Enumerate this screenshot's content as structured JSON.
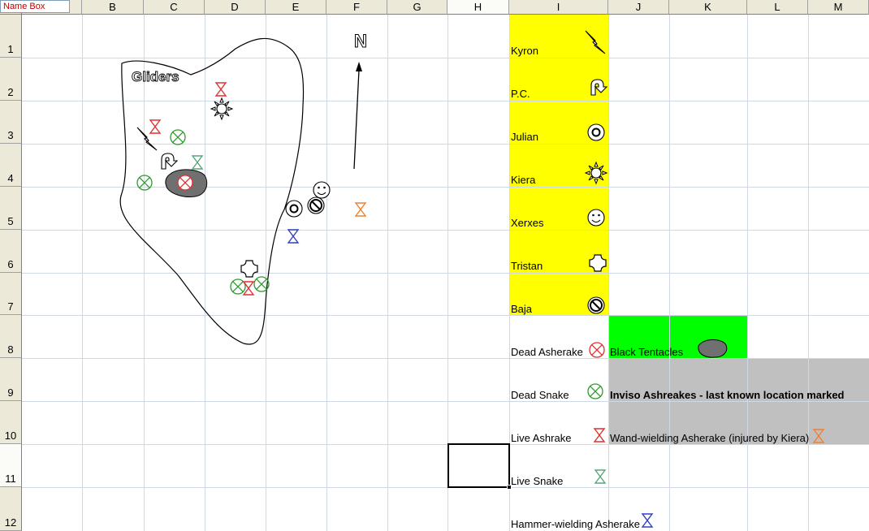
{
  "namebox": {
    "label": "Name Box"
  },
  "columns": [
    "B",
    "C",
    "D",
    "E",
    "F",
    "G",
    "H",
    "I",
    "J",
    "K",
    "L",
    "M"
  ],
  "rows": [
    "1",
    "2",
    "3",
    "4",
    "5",
    "6",
    "7",
    "8",
    "9",
    "10",
    "11",
    "12"
  ],
  "selected_cell": {
    "column": "H",
    "row": "11"
  },
  "map": {
    "area_label": "Gliders",
    "north_label": "N"
  },
  "legend": {
    "party": [
      {
        "name": "Kyron",
        "icon": "lightning-icon"
      },
      {
        "name": "P.C.",
        "icon": "turn-arrow-icon"
      },
      {
        "name": "Julian",
        "icon": "target-circle-icon"
      },
      {
        "name": "Kiera",
        "icon": "sun-icon"
      },
      {
        "name": "Xerxes",
        "icon": "smiley-icon"
      },
      {
        "name": "Tristan",
        "icon": "cross-icon"
      },
      {
        "name": "Baja",
        "icon": "no-symbol-icon"
      }
    ],
    "enemies": [
      {
        "name": "Dead Asherake",
        "icon": "crossed-circle-icon"
      },
      {
        "name": "Dead Snake",
        "icon": "crossed-circle-icon"
      },
      {
        "name": "Live Ashrake",
        "icon": "hourglass-icon"
      },
      {
        "name": "Live Snake",
        "icon": "hourglass-icon"
      },
      {
        "name": "Hammer-wielding Asherake",
        "icon": "hourglass-icon"
      }
    ],
    "other": {
      "tentacles": "Black Tentacles",
      "inviso": "Inviso Ashreakes - last known location marked",
      "wand": "Wand-wielding Asherake (injured by Kiera)"
    }
  },
  "colors": {
    "party_fill": "#ffff00",
    "tentacles_fill": "#00ff00",
    "inviso_fill": "#c0c0c0",
    "dead_asherake": "#e03030",
    "dead_snake": "#2e9a2e",
    "live_ashrake": "#e03030",
    "live_snake": "#5aa57a",
    "hammer": "#3040c0",
    "wand": "#f08030",
    "tentacle_blob": "#707070"
  }
}
